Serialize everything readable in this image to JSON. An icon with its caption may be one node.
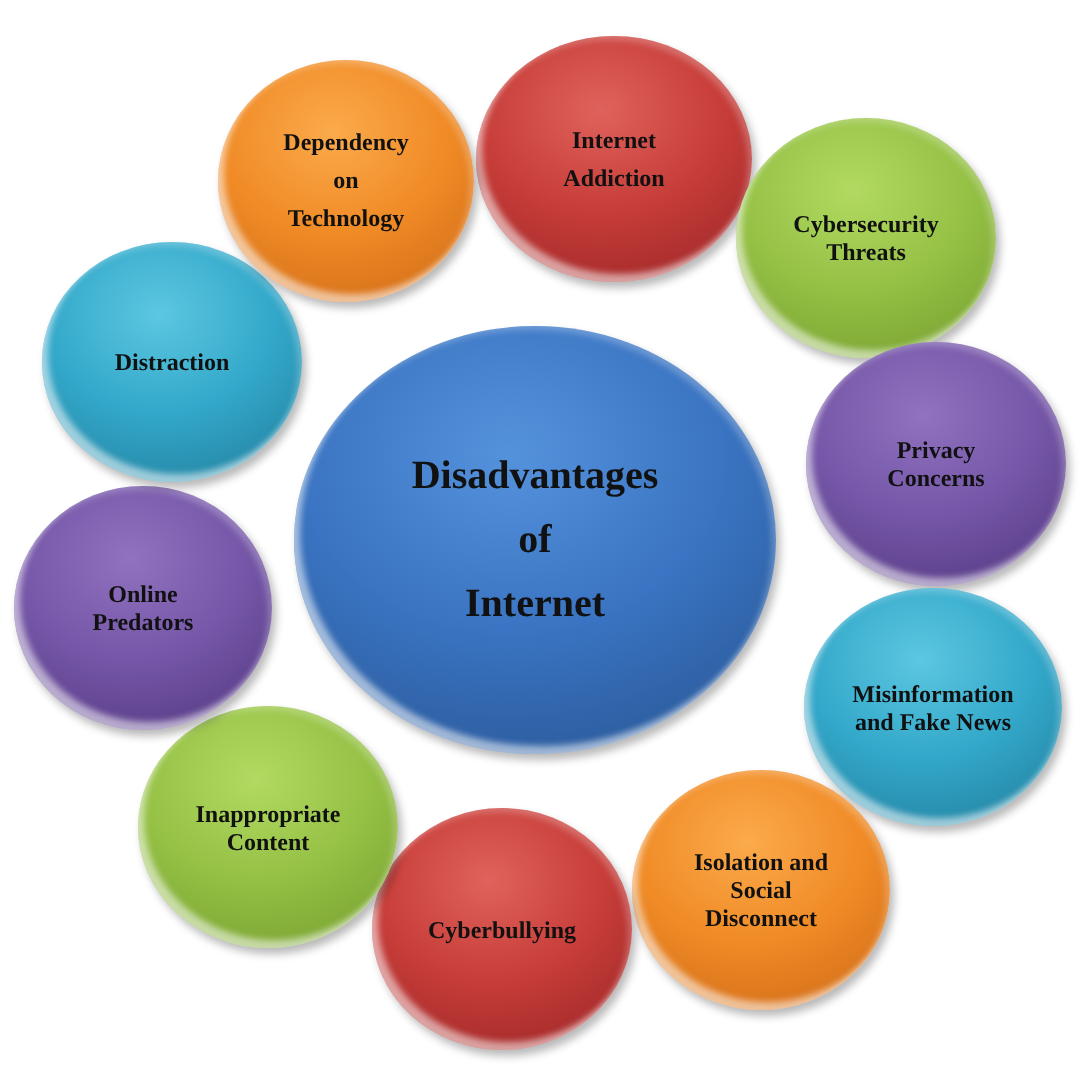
{
  "diagram": {
    "nodes": [
      {
        "text": [
          "Disadvantages of Internet"
        ]
      },
      {
        "text": [
          "Internet Addiction"
        ]
      },
      {
        "text": [
          "Cybersecurity Threats"
        ]
      },
      {
        "text": [
          "Privacy Concerns"
        ]
      },
      {
        "text": [
          "Misinformation and Fake News"
        ]
      },
      {
        "text": [
          "Isolation and Social Disconnect"
        ]
      },
      {
        "text": [
          "Cyberbullying"
        ]
      },
      {
        "text": [
          "Inappropriate Content"
        ]
      },
      {
        "text": [
          "Online Predators"
        ]
      },
      {
        "text": [
          "Distraction"
        ]
      },
      {
        "text": [
          "Dependency on Technology"
        ]
      }
    ]
  }
}
